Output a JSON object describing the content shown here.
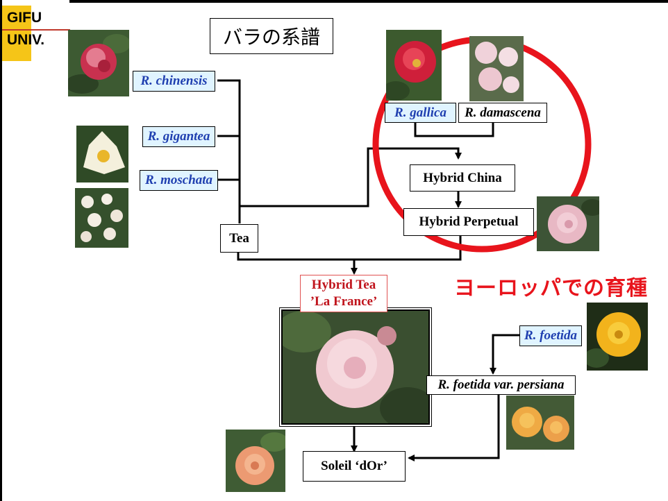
{
  "logo": {
    "line1": "GIFU",
    "line2": "UNIV."
  },
  "title": "バラの系譜",
  "species": {
    "chinensis": "R. chinensis",
    "gigantea": "R. gigantea",
    "moschata": "R. moschata",
    "gallica": "R. gallica",
    "damascena": "R. damascena",
    "foetida": "R. foetida",
    "foetida_persiana": "R. foetida var. persiana"
  },
  "nodes": {
    "tea": "Tea",
    "hybrid_china": "Hybrid China",
    "hybrid_perpetual": "Hybrid Perpetual",
    "hybrid_tea_line1": "Hybrid Tea",
    "hybrid_tea_line2": "’La France’",
    "soleil": "Soleil ‘dOr’"
  },
  "annotation": "ヨーロッパでの育種",
  "colors": {
    "highlight_circle": "#e8141c",
    "species_label": "#1f3fb0",
    "logo_yellow": "#f5c518"
  }
}
